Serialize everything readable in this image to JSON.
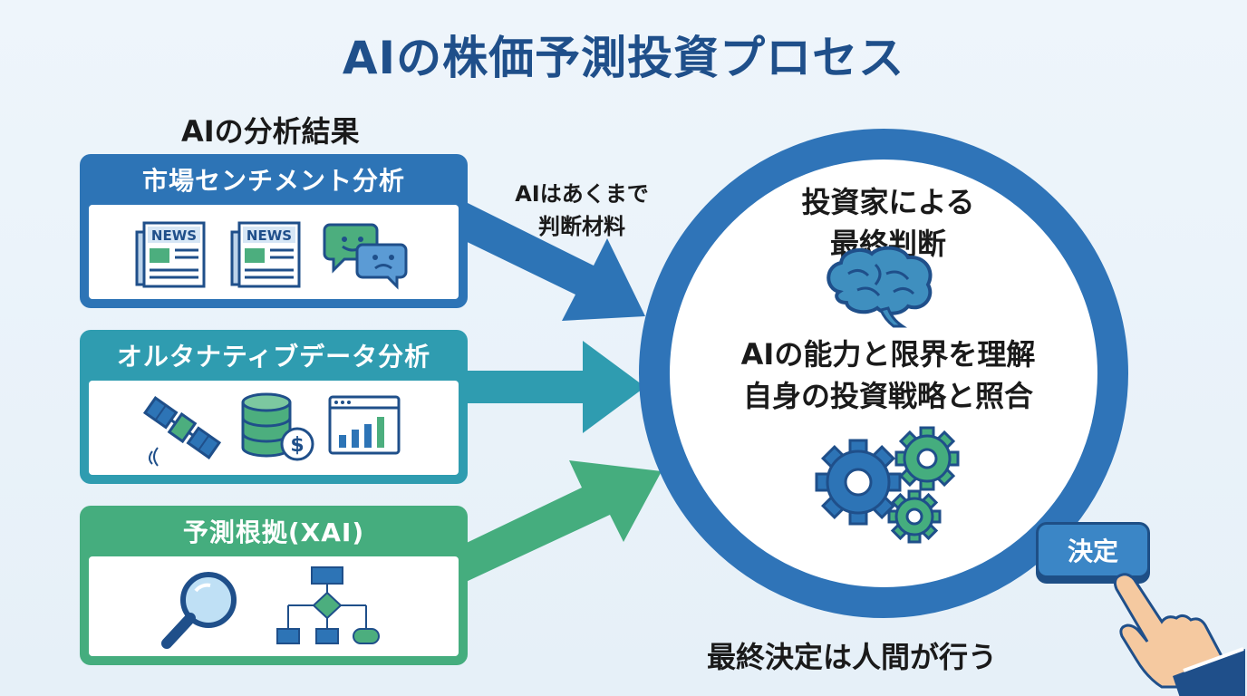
{
  "title": "AIの株価予測投資プロセス",
  "section_title": "AIの分析結果",
  "cards": [
    {
      "label": "市場センチメント分析",
      "icons": [
        "newspaper-icon",
        "newspaper-icon",
        "chat-sentiment-icon"
      ]
    },
    {
      "label": "オルタナティブデータ分析",
      "icons": [
        "satellite-icon",
        "database-dollar-icon",
        "bar-chart-window-icon"
      ]
    },
    {
      "label": "予測根拠(XAI)",
      "icons": [
        "magnifier-icon",
        "flowchart-icon"
      ]
    }
  ],
  "news_label": "NEWS",
  "dollar_sign": "$",
  "ai_label": {
    "line1": "AIはあくまで",
    "line2": "判断材料"
  },
  "circle": {
    "heading_line1": "投資家による",
    "heading_line2": "最終判断",
    "body_line1": "AIの能力と限界を理解",
    "body_line2": "自身の投資戦略と照合"
  },
  "decision_button": "決定",
  "final_text": "最終決定は人間が行う",
  "colors": {
    "title": "#1f4f8a",
    "sentiment": "#2d74b6",
    "alternative": "#2f9cb0",
    "xai": "#45ad7e",
    "circle": "#2f74b8"
  }
}
